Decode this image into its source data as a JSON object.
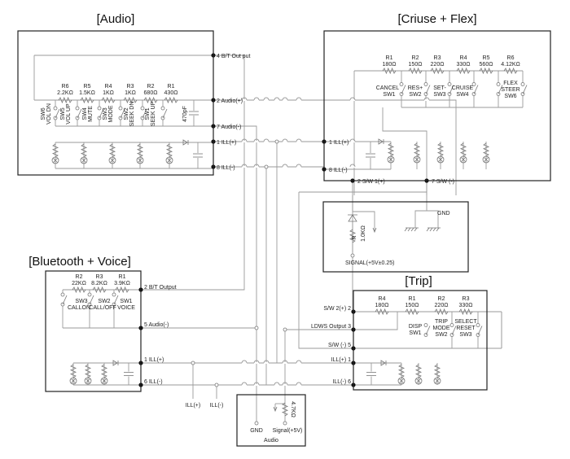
{
  "titles": {
    "audio": "[Audio]",
    "cruise": "[Criuse + Flex]",
    "bluetooth": "[Bluetooth + Voice]",
    "trip": "[Trip]"
  },
  "audio": {
    "pins": [
      "4  B/T Out put",
      "2  Audio(+)",
      "7  Audio(-)",
      "1  ILL(+)",
      "8  ILL(-)"
    ],
    "resistors": [
      {
        "name": "R6",
        "value": "2.2KΩ"
      },
      {
        "name": "R5",
        "value": "1.5KΩ"
      },
      {
        "name": "R4",
        "value": "1KΩ"
      },
      {
        "name": "R3",
        "value": "1KΩ"
      },
      {
        "name": "R2",
        "value": "680Ω"
      },
      {
        "name": "R1",
        "value": "430Ω"
      }
    ],
    "switches": [
      {
        "name": "SW6",
        "label": "VOL DN"
      },
      {
        "name": "SW5",
        "label": "VOL UP"
      },
      {
        "name": "SW4",
        "label": "MUTE"
      },
      {
        "name": "SW3",
        "label": "MODE"
      },
      {
        "name": "SW2",
        "label": "SEEK DN"
      },
      {
        "name": "SW1",
        "label": "SEEK UP"
      }
    ],
    "capacitor": "470pF"
  },
  "cruise": {
    "pins": [
      "1  ILL(+)",
      "8  ILL(-)",
      "2 S/W 1(+)",
      "7 S/W (-)"
    ],
    "resistors": [
      {
        "name": "R1",
        "value": "180Ω"
      },
      {
        "name": "R2",
        "value": "150Ω"
      },
      {
        "name": "R3",
        "value": "220Ω"
      },
      {
        "name": "R4",
        "value": "330Ω"
      },
      {
        "name": "R5",
        "value": "560Ω"
      },
      {
        "name": "R6",
        "value": "4.12KΩ"
      }
    ],
    "switches": [
      {
        "label": "CANCEL",
        "name": "SW1"
      },
      {
        "label": "RES+",
        "name": "SW2"
      },
      {
        "label": "SET-",
        "name": "SW3"
      },
      {
        "label": "CRUISE",
        "name": "SW4"
      },
      {
        "label": "FLEX STEER",
        "name": "SW6"
      }
    ]
  },
  "signal_box": {
    "resistor_name": "R",
    "resistor_value": "1.0KΩ",
    "gnd": "GND",
    "signal": "SIGNAL(+5V±0.25)"
  },
  "bluetooth": {
    "pins": [
      "2  B/T Output",
      "5  Audio(-)",
      "1  ILL(+)",
      "6  ILL(-)"
    ],
    "resistors": [
      {
        "name": "R2",
        "value": "22KΩ"
      },
      {
        "name": "R3",
        "value": "8.2KΩ"
      },
      {
        "name": "R1",
        "value": "3.9KΩ"
      }
    ],
    "switches": [
      {
        "name": "SW3",
        "label": "CALLON"
      },
      {
        "name": "SW2",
        "label": "CALL/OFF"
      },
      {
        "name": "SW1",
        "label": "VOICE"
      }
    ],
    "external": [
      "ILL(+)",
      "ILL(-)"
    ]
  },
  "trip": {
    "pins": [
      "S/W 2(+) 2",
      "LDWS Output 3",
      "S/W (-) 5",
      "ILL(+) 1",
      "ILL(-) 6"
    ],
    "resistors": [
      {
        "name": "R4",
        "value": "180Ω"
      },
      {
        "name": "R1",
        "value": "150Ω"
      },
      {
        "name": "R2",
        "value": "220Ω"
      },
      {
        "name": "R3",
        "value": "330Ω"
      }
    ],
    "switches": [
      {
        "label": "DISP",
        "name": "SW1"
      },
      {
        "label": "TRIP MODE",
        "name": "SW2"
      },
      {
        "label": "SELECT RESET",
        "name": "SW3"
      }
    ]
  },
  "audio_connector": {
    "title": "Audio",
    "gnd": "GND",
    "signal": "Signal(+5V)",
    "resistor_value": "4.7KΩ"
  }
}
